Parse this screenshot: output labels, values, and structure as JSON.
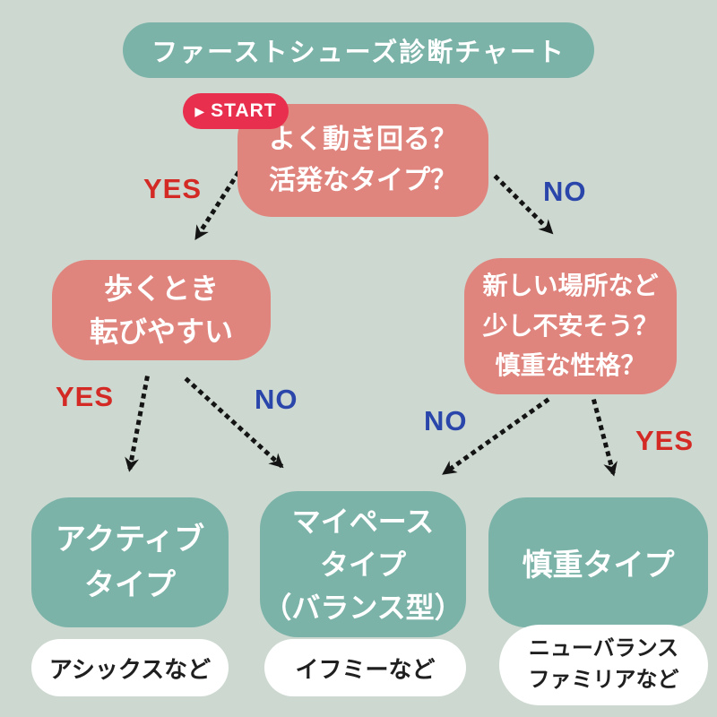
{
  "title": "ファーストシューズ診断チャート",
  "start_badge": {
    "icon": "▶",
    "label": "START"
  },
  "questions": {
    "q1": "よく動き回る？\n活発なタイプ？",
    "q_left": "歩くとき\n転びやすい",
    "q_right": "新しい場所など\n少し不安そう？\n慎重な性格？"
  },
  "results": {
    "active": "アクティブ\nタイプ",
    "mypace": "マイペース\nタイプ\n（バランス型）",
    "cautious": "慎重タイプ"
  },
  "brands": {
    "active": "アシックスなど",
    "mypace": "イフミーなど",
    "cautious": "ニューバランス\nファミリアなど"
  },
  "edge_labels": {
    "yes": "YES",
    "no": "NO"
  },
  "colors": {
    "background": "#cdd9d0",
    "teal": "#7cb3a9",
    "salmon": "#e0847e",
    "start_red": "#e8304e",
    "yes_red": "#d42a26",
    "no_blue": "#2a46ab",
    "arrow_black": "#141414",
    "pill_white": "#ffffff"
  }
}
